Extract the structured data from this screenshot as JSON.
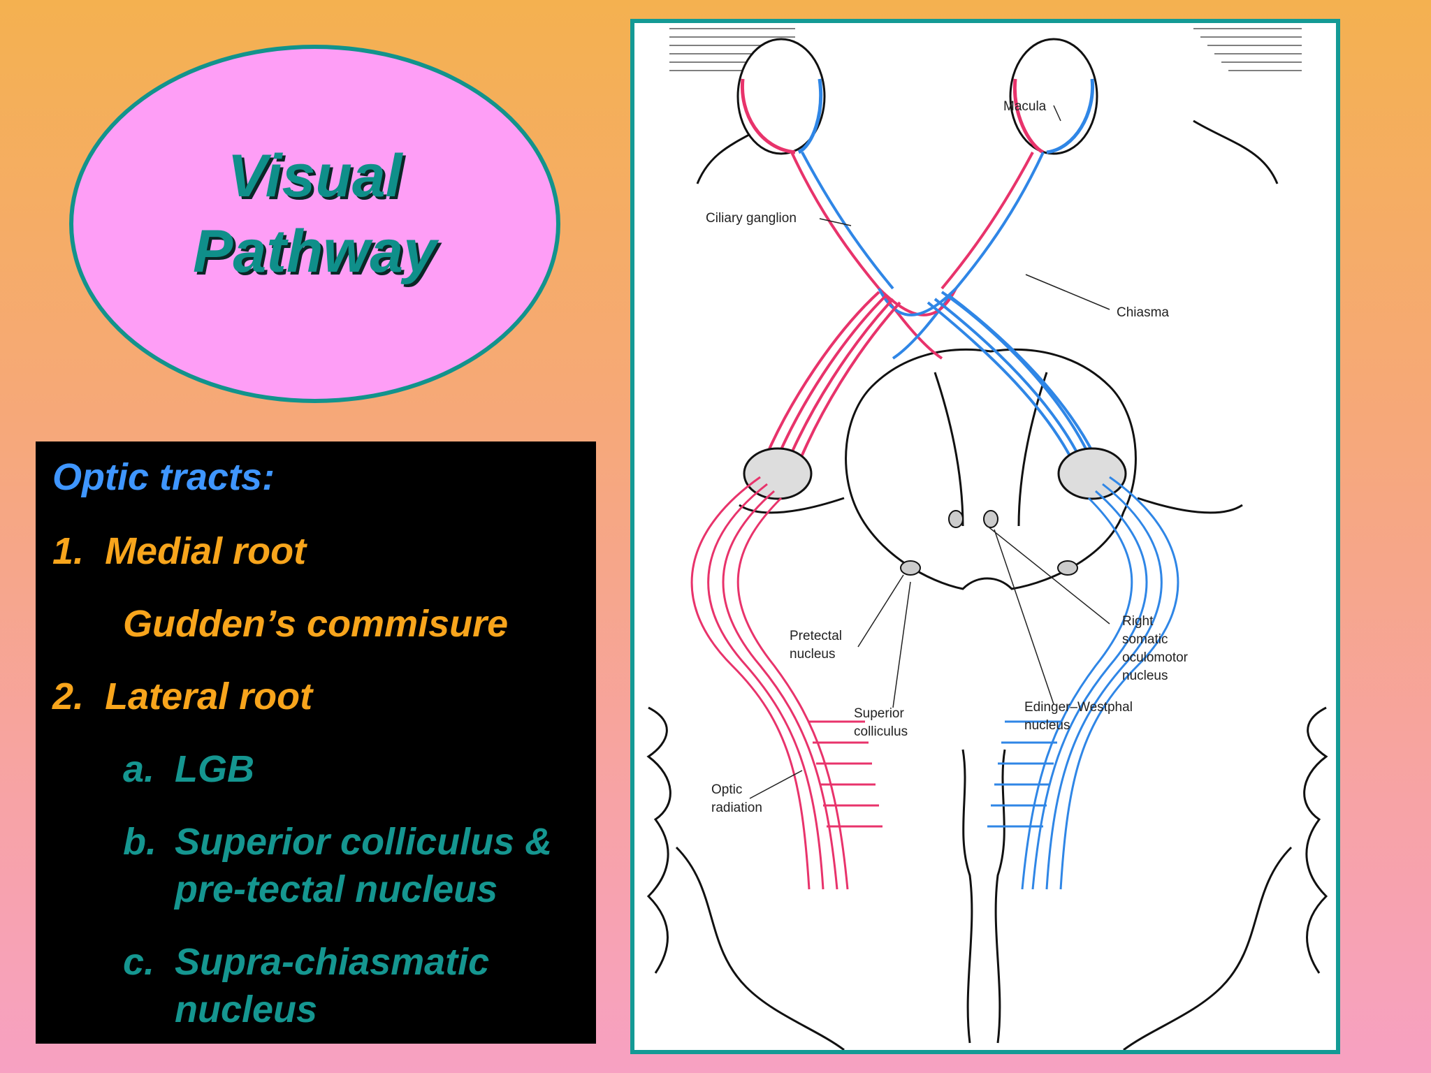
{
  "title": {
    "line1": "Visual",
    "line2": "Pathway"
  },
  "panel": {
    "heading": "Optic tracts:",
    "items": [
      {
        "num": "1.",
        "text": "Medial root"
      },
      {
        "num": "",
        "text": "Gudden’s commisure"
      },
      {
        "num": "2.",
        "text": "Lateral root"
      },
      {
        "num": "a.",
        "text": "LGB"
      },
      {
        "num": "b.",
        "text": "Superior colliculus &"
      },
      {
        "num": "",
        "text": "pre-tectal nucleus"
      },
      {
        "num": "c.",
        "text": "Supra-chiasmatic"
      },
      {
        "num": "",
        "text": "nucleus"
      }
    ]
  },
  "diagram": {
    "labels": {
      "macula": "Macula",
      "ciliary": "Ciliary ganglion",
      "chiasma": "Chiasma",
      "pretectal1": "Pretectal",
      "pretectal2": "nucleus",
      "right1": "Right",
      "right2": "somatic",
      "right3": "oculomotor",
      "right4": "nucleus",
      "superior1": "Superior",
      "superior2": "colliculus",
      "edinger1": "Edinger–Westphal",
      "edinger2": "nucleus",
      "optic1": "Optic",
      "optic2": "radiation"
    },
    "colors": {
      "left_pathway": "#e8336b",
      "right_pathway": "#2f86e6"
    }
  }
}
